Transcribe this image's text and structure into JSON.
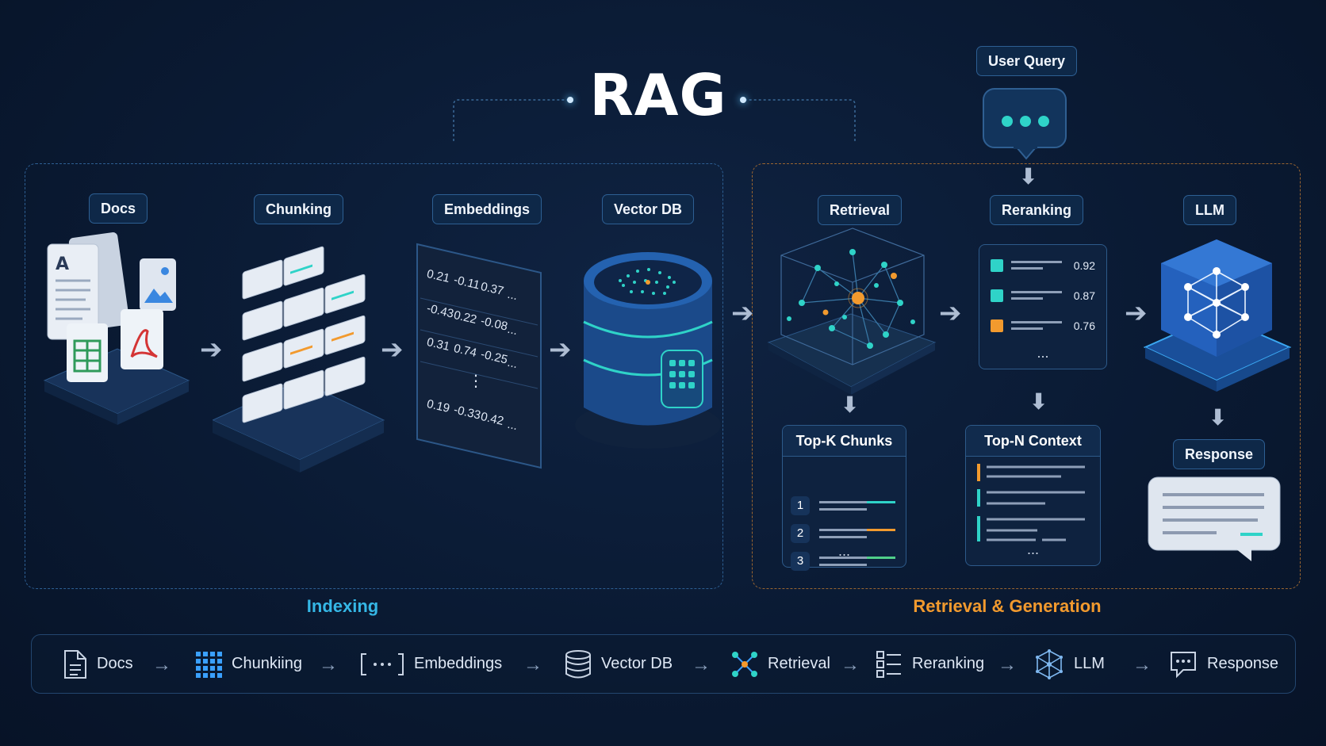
{
  "title": "RAG",
  "user_query": "User Query",
  "sections": {
    "indexing": "Indexing",
    "retrieval_generation": "Retrieval & Generation"
  },
  "stages": {
    "docs": "Docs",
    "chunking": "Chunking",
    "embeddings": "Embeddings",
    "vector_db": "Vector DB",
    "retrieval": "Retrieval",
    "reranking": "Reranking",
    "llm": "LLM"
  },
  "embedding_values": [
    [
      "0.21",
      "-0.11",
      "0.37",
      "..."
    ],
    [
      "-0.43",
      "0.22",
      "-0.08",
      "..."
    ],
    [
      "0.31",
      "0.74",
      "-0.25",
      "..."
    ],
    [
      "0.19",
      "-0.33",
      "0.42",
      "..."
    ]
  ],
  "embedding_ellipsis": "⋮",
  "rerank_scores": [
    "0.92",
    "0.87",
    "0.76"
  ],
  "rerank_ellipsis": "...",
  "topk": {
    "title": "Top-K Chunks",
    "items": [
      "1",
      "2",
      "3"
    ],
    "ellipsis": "..."
  },
  "topn": {
    "title": "Top-N Context",
    "ellipsis": "..."
  },
  "response": "Response",
  "pipeline": [
    {
      "label": "Docs",
      "icon": "document-icon"
    },
    {
      "label": "Chunkiing",
      "icon": "grid-icon"
    },
    {
      "label": "Embeddings",
      "icon": "brackets-icon"
    },
    {
      "label": "Vector DB",
      "icon": "database-icon"
    },
    {
      "label": "Retrieval",
      "icon": "network-icon"
    },
    {
      "label": "Reranking",
      "icon": "list-icon"
    },
    {
      "label": "LLM",
      "icon": "neural-icon"
    },
    {
      "label": "Response",
      "icon": "chat-icon"
    }
  ],
  "pipeline_arrow": "→",
  "colors": {
    "accent_teal": "#2fd3c8",
    "accent_orange": "#f29a2e",
    "indexing_label": "#35b7e6",
    "retrieval_label": "#f29a2e"
  }
}
